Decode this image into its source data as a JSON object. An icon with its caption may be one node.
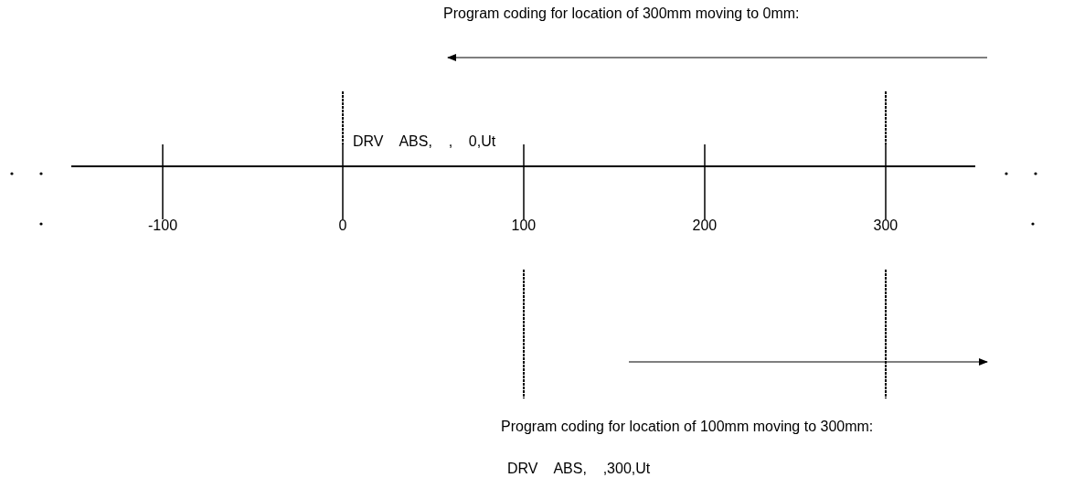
{
  "diagram": {
    "labels": [
      "Program coding for location of 300mm moving to 0mm:",
      "DRV    ABS,    ,    0,Ut",
      "-100",
      "0",
      "100",
      "200",
      "300",
      "Program coding for location of 100mm moving to 300mm:",
      "DRV    ABS,    ,300,Ut"
    ]
  }
}
